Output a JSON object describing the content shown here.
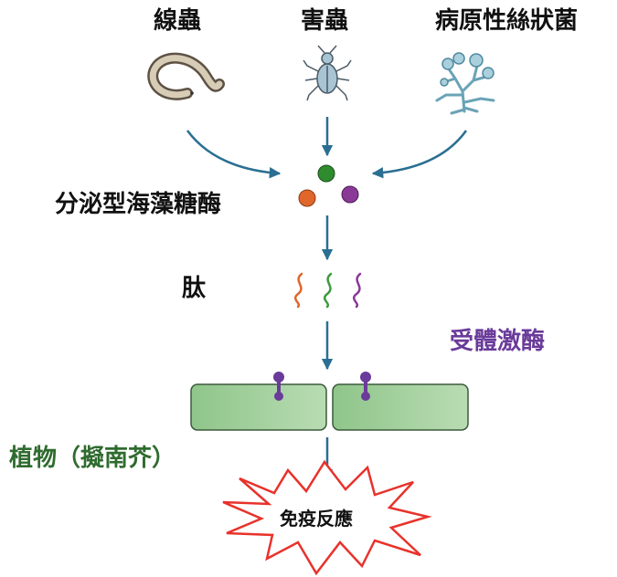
{
  "sources": {
    "nematode": "線蟲",
    "insect": "害蟲",
    "fungus": "病原性絲狀菌"
  },
  "secreted_enzyme": "分泌型海藻糖酶",
  "peptide": "肽",
  "receptor_kinase": "受體激酶",
  "plant": "植物（擬南芥）",
  "immune_response": "免疫反應",
  "colors": {
    "arrow": "#2a6f92",
    "dot_green": "#2e8b2e",
    "dot_orange": "#e0662a",
    "dot_purple": "#8a3a96",
    "receptor": "#6a3b9a",
    "plant_label": "#2f6b2f",
    "receptor_label": "#6a3b9a",
    "cell_fill": "#a9d3a2",
    "burst_stroke": "#e8322b"
  }
}
